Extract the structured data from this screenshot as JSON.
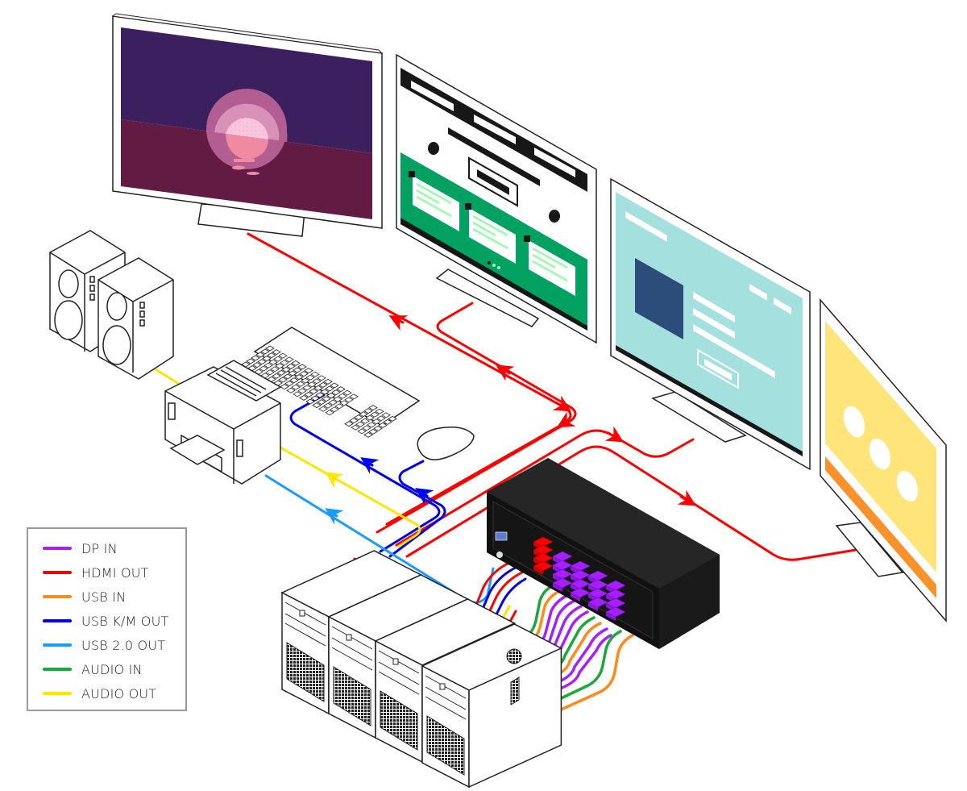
{
  "diagram": {
    "title": "KVM switch connection diagram",
    "devices": {
      "monitors": [
        {
          "name": "monitor-1",
          "screen": "sunset scene",
          "colors": {
            "sky": "#3b1f5e",
            "sea": "#621c43",
            "sun_outer": "#b35e93",
            "sun_mid": "#d892b8",
            "sun_inner": "#f9c6dc",
            "reflection": "#f08aa0"
          }
        },
        {
          "name": "monitor-2",
          "screen": "web layout",
          "colors": {
            "bar": "#171717",
            "panel": "#00a161",
            "card": "#ffffff",
            "text_line": "#a6f7b6"
          }
        },
        {
          "name": "monitor-3",
          "screen": "web layout",
          "colors": {
            "bg": "#a3e0de",
            "block": "#2c4d7a",
            "line": "#ffffff"
          }
        },
        {
          "name": "monitor-4",
          "screen": "circles",
          "colors": {
            "bg": "#ffe47a",
            "stripe": "#f9922b",
            "dot": "#ffffff"
          }
        }
      ],
      "peripherals": [
        "speakers",
        "printer",
        "keyboard",
        "mouse"
      ],
      "computers": 4,
      "switch": {
        "body_color": "#222222",
        "dp_ports_per_computer": 4
      }
    },
    "colors": {
      "dp_in": "#a51fff",
      "hdmi_out": "#ff0000",
      "usb_in": "#ff8a1a",
      "usb_km_out": "#0000ee",
      "usb20_out": "#1a9bff",
      "audio_in": "#1aa83c",
      "audio_out": "#ffe600"
    }
  },
  "legend": {
    "items": [
      {
        "label": "DP IN",
        "color": "#a51fff"
      },
      {
        "label": "HDMI OUT",
        "color": "#ff0000"
      },
      {
        "label": "USB IN",
        "color": "#ff8a1a"
      },
      {
        "label": "USB K/M OUT",
        "color": "#0000ee"
      },
      {
        "label": "USB 2.0 OUT",
        "color": "#1a9bff"
      },
      {
        "label": "AUDIO IN",
        "color": "#1aa83c"
      },
      {
        "label": "AUDIO OUT",
        "color": "#ffe600"
      }
    ]
  }
}
